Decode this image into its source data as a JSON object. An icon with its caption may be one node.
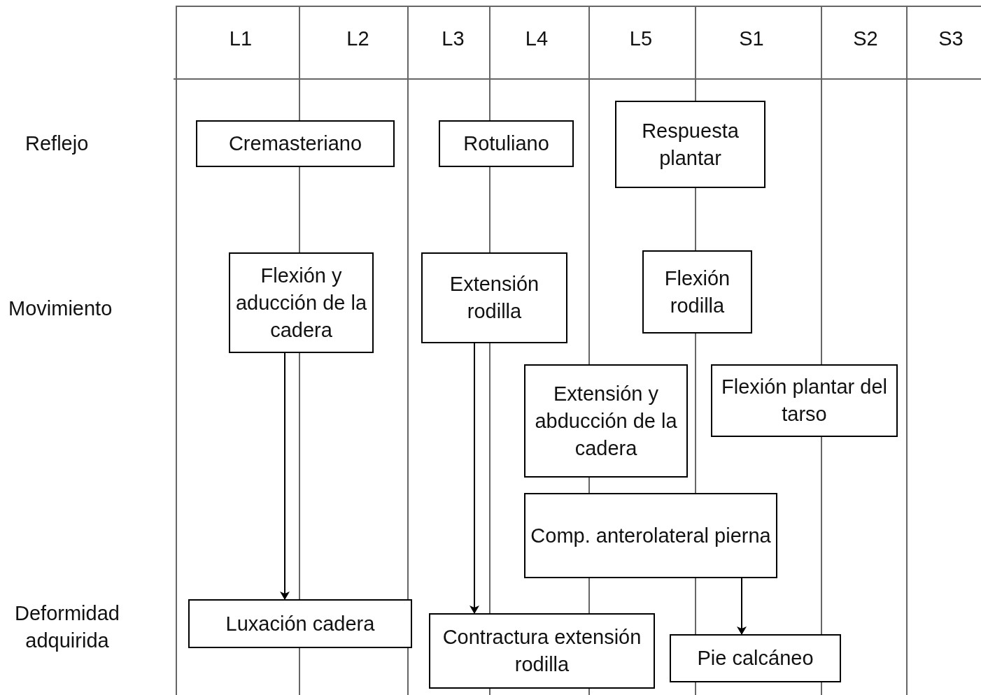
{
  "diagram": {
    "nodes": [
      {
        "text": [
          "Cremasteriano"
        ]
      },
      {
        "text": [
          "Rotuliano"
        ]
      },
      {
        "text": [
          "Respuesta plantar"
        ]
      },
      {
        "text": [
          "Flexión y aducción de la cadera"
        ]
      },
      {
        "text": [
          "Extensión rodilla"
        ]
      },
      {
        "text": [
          "Flexión rodilla"
        ]
      },
      {
        "text": [
          "Extensión y abducción de la cadera"
        ]
      },
      {
        "text": [
          "Flexión plantar del tarso"
        ]
      },
      {
        "text": [
          "Comp. anterolateral pierna"
        ]
      },
      {
        "text": [
          "Luxación cadera"
        ]
      },
      {
        "text": [
          "Contractura extensión rodilla"
        ]
      },
      {
        "text": [
          "Pie calcáneo"
        ]
      }
    ],
    "edges": [
      {
        "from": 3,
        "to": 9,
        "arrow": "to"
      },
      {
        "from": 4,
        "to": 10,
        "arrow": "to"
      },
      {
        "from": 8,
        "to": 11,
        "arrow": "to"
      }
    ],
    "labels": [
      "L1",
      "L2",
      "L3",
      "L4",
      "L5",
      "S1",
      "S2",
      "S3",
      "Reflejo",
      "Movimiento",
      "Deformidad adquirida"
    ]
  }
}
